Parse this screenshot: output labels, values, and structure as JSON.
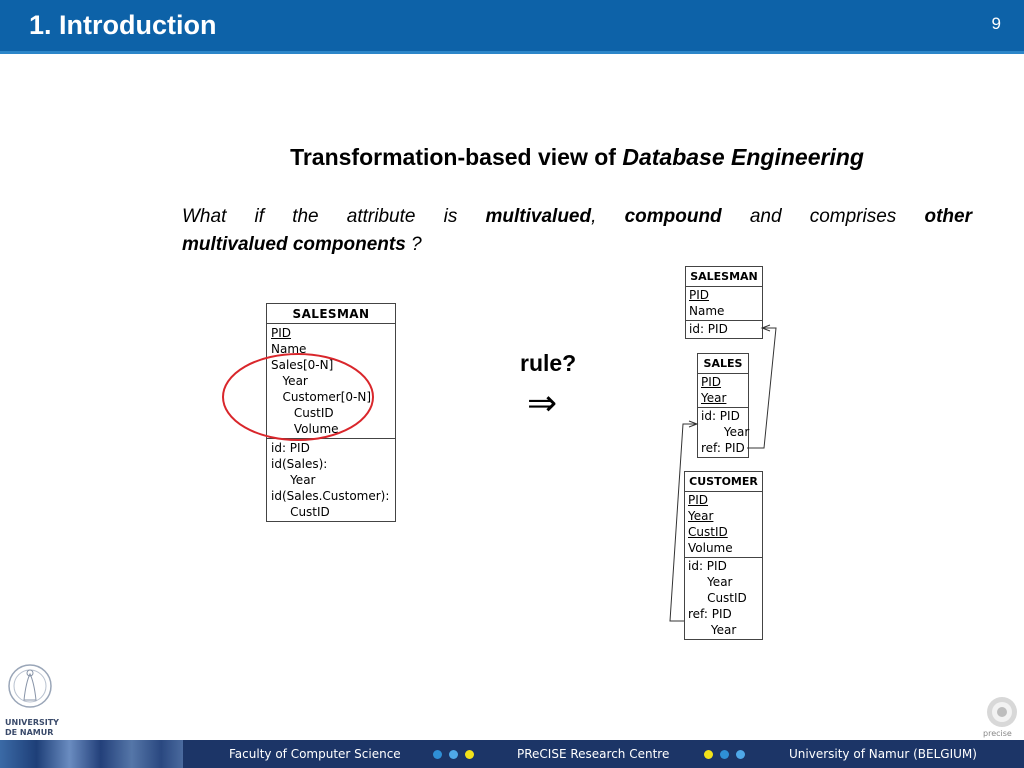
{
  "header": {
    "title": "1. Introduction",
    "page_number": "9"
  },
  "main": {
    "title_plain": "Transformation-based view of ",
    "title_italic": "Database Engineering",
    "question": {
      "w1": "What",
      "w2": "if",
      "w3": "the",
      "w4": "attribute",
      "w5": "is",
      "multivalued": "multivalued",
      "comma": ",",
      "compound": "compound",
      "w_and": "and",
      "w_comprises": "comprises",
      "other": "other",
      "multivalued_components": "multivalued components",
      "tail": " ?"
    }
  },
  "left_schema": {
    "name": "SALESMAN",
    "attributes": [
      "PID",
      "Name",
      "Sales[0-N]",
      "   Year",
      "   Customer[0-N]",
      "      CustID",
      "      Volume"
    ],
    "constraints": [
      "id: PID",
      "id(Sales):",
      "     Year",
      "id(Sales.Customer):",
      "     CustID"
    ]
  },
  "rule": {
    "label": "rule?",
    "arrow": "⇒"
  },
  "right_schema": {
    "salesman": {
      "name": "SALESMAN",
      "attributes": [
        "PID",
        "Name"
      ],
      "constraints": [
        "id: PID"
      ]
    },
    "sales": {
      "name": "SALES",
      "attributes": [
        "PID",
        "Year"
      ],
      "constraints": [
        "id: PID",
        "      Year",
        "ref: PID"
      ]
    },
    "customer": {
      "name": "CUSTOMER",
      "attributes": [
        "PID",
        "Year",
        "CustID",
        "Volume"
      ],
      "constraints": [
        "id: PID",
        "     Year",
        "     CustID",
        "ref: PID",
        "      Year"
      ]
    }
  },
  "footer": {
    "faculty": "Faculty of Computer Science",
    "centre": "PReCISE Research Centre",
    "university": "University of Namur (BELGIUM)"
  },
  "logos": {
    "unamur_line1": "UNIVERSITY",
    "unamur_line2": "DE NAMUR",
    "precise": "precise"
  },
  "colors": {
    "header": "#0d62a8",
    "footer": "#1c3567",
    "highlight_ellipse": "#d9262b",
    "dot_blue": "#2f8fd6",
    "dot_yellow": "#f2e21a"
  }
}
